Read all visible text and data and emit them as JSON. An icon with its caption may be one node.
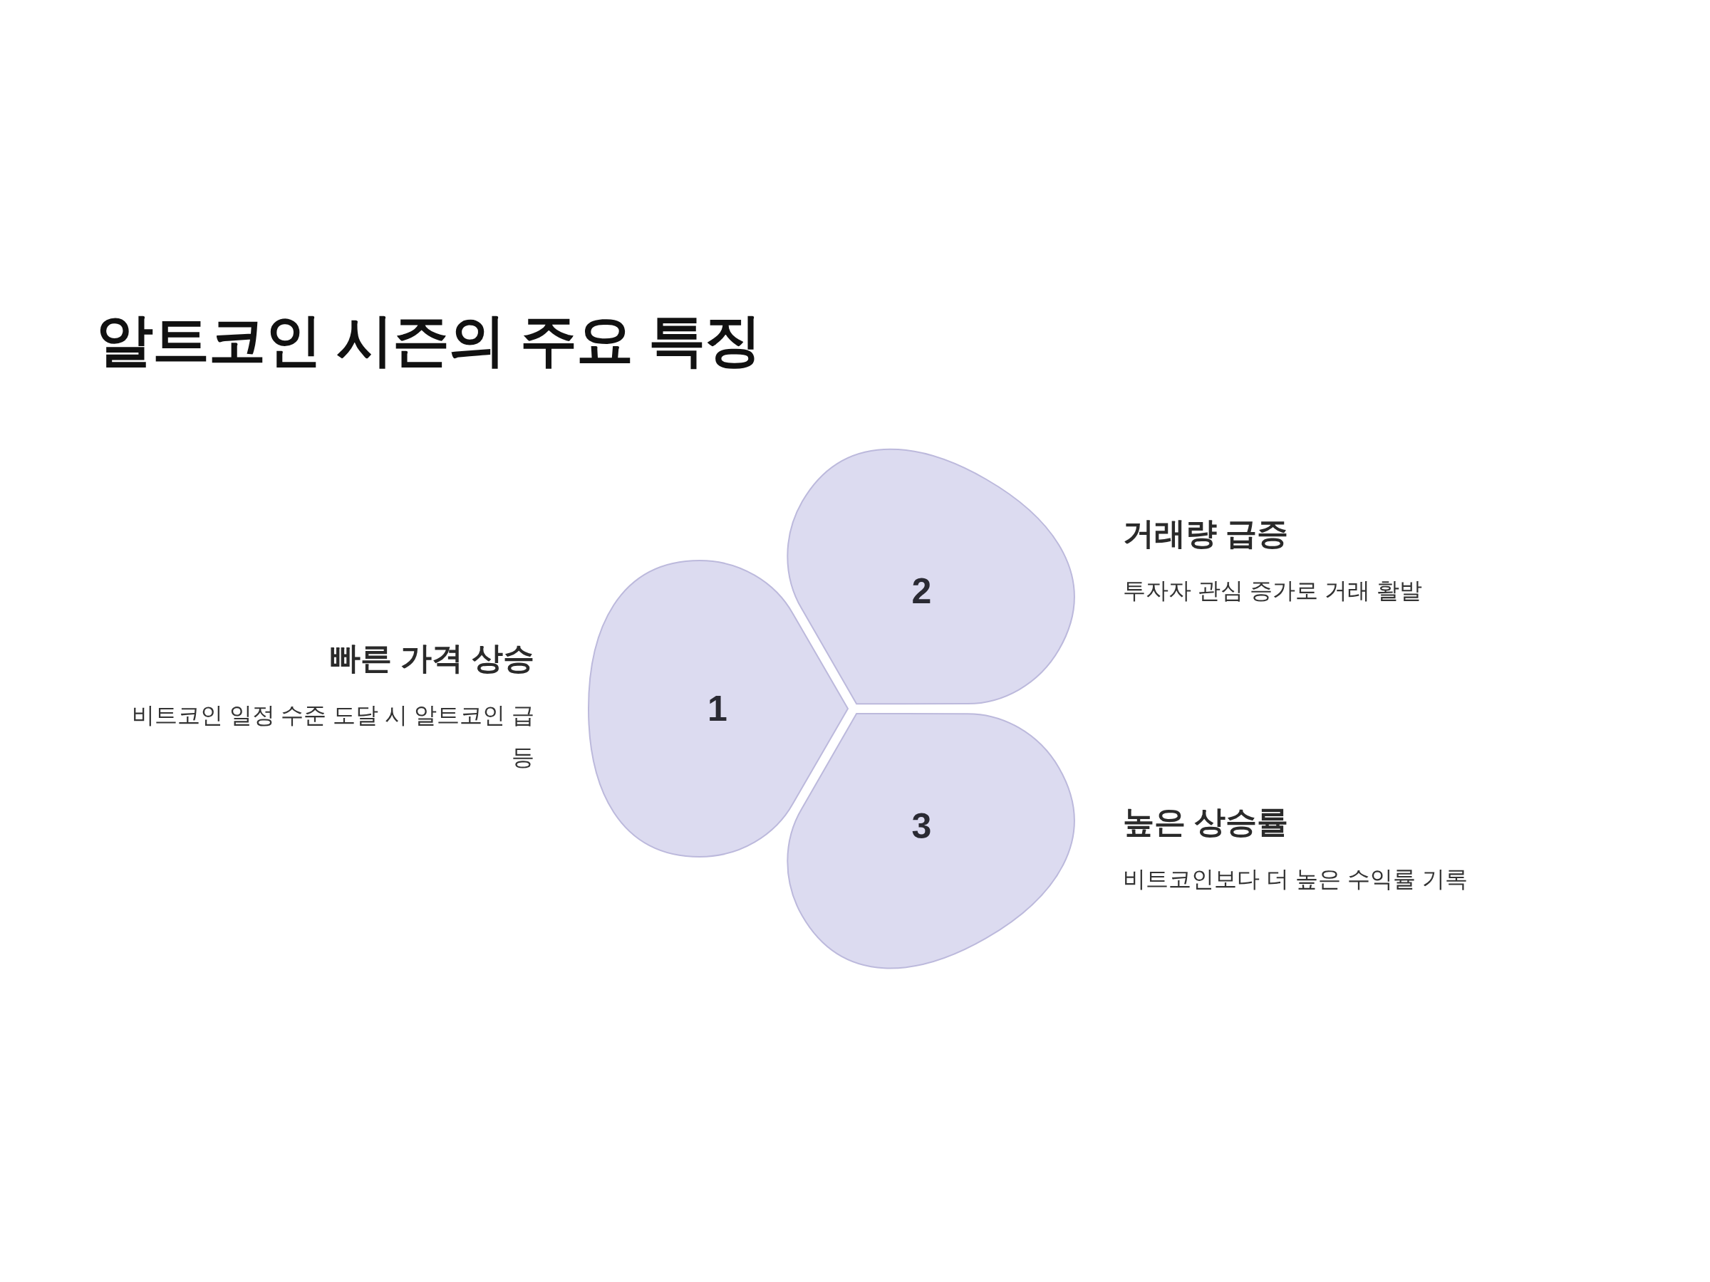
{
  "diagram": {
    "title": "알트코인 시즌의 주요 특징",
    "nodes": [
      {
        "text": [
          "1"
        ],
        "beside": [
          "빠른 가격 상승",
          "비트코인 일정 수준 도달 시 알트코인 급등"
        ]
      },
      {
        "text": [
          "2"
        ],
        "beside": [
          "거래량 급증",
          "투자자 관심 증가로 거래 활발"
        ]
      },
      {
        "text": [
          "3"
        ],
        "beside": [
          "높은 상승률",
          "비트코인보다 더 높은 수익률 기록"
        ]
      }
    ]
  }
}
